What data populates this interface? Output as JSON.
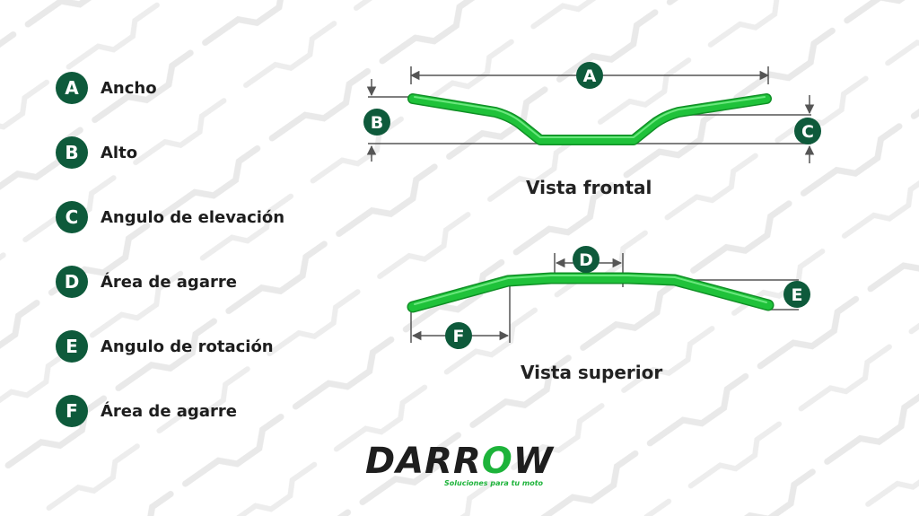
{
  "legend": [
    {
      "letter": "A",
      "label": "Ancho"
    },
    {
      "letter": "B",
      "label": "Alto"
    },
    {
      "letter": "C",
      "label": "Angulo de elevación"
    },
    {
      "letter": "D",
      "label": "Área de agarre"
    },
    {
      "letter": "E",
      "label": "Angulo de rotación"
    },
    {
      "letter": "F",
      "label": "Área de agarre"
    }
  ],
  "views": {
    "front_caption": "Vista frontal",
    "top_caption": "Vista superior"
  },
  "markers": {
    "a": "A",
    "b": "B",
    "c": "C",
    "d": "D",
    "e": "E",
    "f": "F"
  },
  "brand": {
    "name_pre": "DARR",
    "name_o": "O",
    "name_post": "W",
    "tagline": "Soluciones para tu moto"
  },
  "colors": {
    "badge": "#0e5a3b",
    "bar": "#1fc23a",
    "bar_dark": "#0f8f25",
    "line": "#555555",
    "accent": "#1db33a"
  },
  "icons": [
    "handlebar-outline-pattern",
    "arrow-icon"
  ]
}
